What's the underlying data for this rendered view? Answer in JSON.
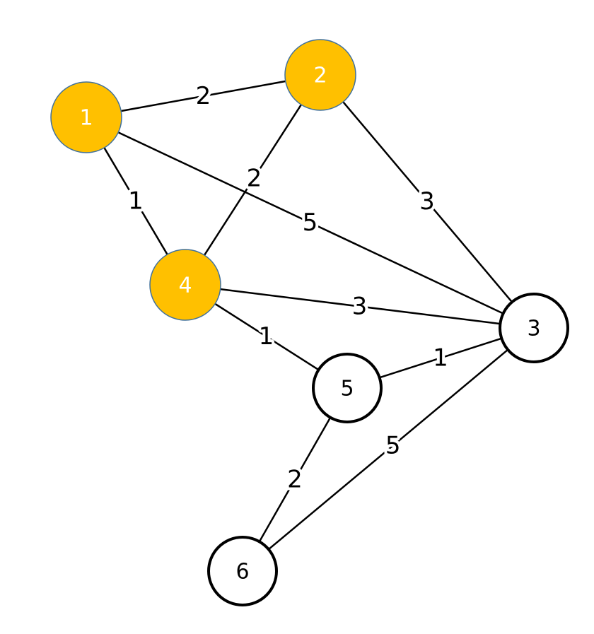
{
  "colors": {
    "visited_fill": "#ffc000",
    "visited_text": "#ffffff",
    "unvisited_fill": "#ffffff",
    "unvisited_text": "#000000",
    "edge": "#000000"
  },
  "graph": {
    "nodes": [
      {
        "id": "n1",
        "label": "1",
        "visited": true
      },
      {
        "id": "n2",
        "label": "2",
        "visited": true
      },
      {
        "id": "n3",
        "label": "3",
        "visited": false
      },
      {
        "id": "n4",
        "label": "4",
        "visited": true
      },
      {
        "id": "n5",
        "label": "5",
        "visited": false
      },
      {
        "id": "n6",
        "label": "6",
        "visited": false
      }
    ],
    "edges": [
      {
        "from": "n1",
        "to": "n2",
        "weight": "2"
      },
      {
        "from": "n1",
        "to": "n4",
        "weight": "1"
      },
      {
        "from": "n1",
        "to": "n3",
        "weight": "5"
      },
      {
        "from": "n2",
        "to": "n4",
        "weight": "2"
      },
      {
        "from": "n2",
        "to": "n3",
        "weight": "3"
      },
      {
        "from": "n4",
        "to": "n3",
        "weight": "3"
      },
      {
        "from": "n4",
        "to": "n5",
        "weight": "1"
      },
      {
        "from": "n5",
        "to": "n3",
        "weight": "1"
      },
      {
        "from": "n5",
        "to": "n6",
        "weight": "2"
      },
      {
        "from": "n3",
        "to": "n6",
        "weight": "5"
      }
    ]
  }
}
